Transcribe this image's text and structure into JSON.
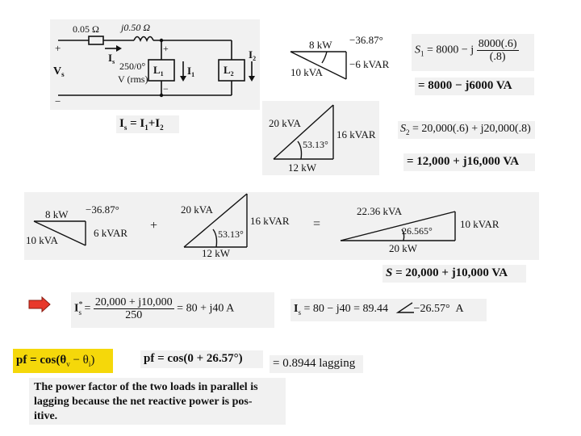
{
  "circuit": {
    "r_label": "0.05 Ω",
    "x_label": "j0.50 Ω",
    "source_voltage": "V",
    "source_voltage_sub": "s",
    "source_current": "I",
    "source_current_sub": "s",
    "source_value_line1": "250/0°",
    "source_value_line2": "V (rms)",
    "load1": "L",
    "load1_sub": "1",
    "load2": "L",
    "load2_sub": "2",
    "i1": "I",
    "i1_sub": "1",
    "i2": "I",
    "i2_sub": "2",
    "plus": "+",
    "minus": "−",
    "kcl_equation": "I",
    "kcl_sub": "s",
    "kcl_rhs": " = I",
    "kcl_rhs_sub1": "1",
    "kcl_plus": "+I",
    "kcl_rhs_sub2": "2"
  },
  "triangle1": {
    "p": "8 kW",
    "angle": "−36.87°",
    "q": "−6 kVAR",
    "s": "10 kVA"
  },
  "triangle2": {
    "s": "20 kVA",
    "q": "16 kVAR",
    "angle": "53.13°",
    "p": "12 kW"
  },
  "s1_equation": {
    "lhs": "S",
    "lhs_sub": "1",
    "part1": " = 8000 − j",
    "frac_num": "8000(.6)",
    "frac_den": "(.8)",
    "result": "= 8000 − j6000 VA"
  },
  "s2_equation": {
    "lhs": "S",
    "lhs_sub": "2",
    "part1": " = 20,000(.6) + j20,000(.8)",
    "result": "= 12,000 + j16,000 VA"
  },
  "sum_row": {
    "t1_p": "8 kW",
    "t1_angle": "−36.87°",
    "t1_q": "6 kVAR",
    "t1_s": "10 kVA",
    "plus_sign": "+",
    "t2_s": "20 kVA",
    "t2_q": "16 kVAR",
    "t2_angle": "53.13°",
    "t2_p": "12 kW",
    "equals_sign": "=",
    "t3_s": "22.36 kVA",
    "t3_q": "10 kVAR",
    "t3_angle": "26.565°",
    "t3_p": "20 kW"
  },
  "s_total": {
    "lhs": "S",
    "rhs": " = 20,000 + j10,000 VA"
  },
  "current_conj": {
    "lhs": "I",
    "lhs_sub": "s",
    "lhs_sup": "*",
    "eq": " = ",
    "frac_num": "20,000 + j10,000",
    "frac_den": "250",
    "rhs": " = 80 + j40 A"
  },
  "current": {
    "lhs": "I",
    "lhs_sub": "s",
    "rhs": " = 80 − j40 = 89.44",
    "angle": "−26.57°",
    "unit": "A"
  },
  "pf_formula": {
    "text": "pf = cos(θ",
    "sub_v": "v",
    "minus": " − θ",
    "sub_i": "i",
    "close": ")"
  },
  "pf_value": {
    "text": "pf = cos(0 + 26.57°)",
    "result": "= 0.8944 lagging"
  },
  "conclusion": {
    "line1": "The power factor of the two loads in parallel is",
    "line2": "lagging because the net reactive power is pos-",
    "line3": "itive."
  },
  "colors": {
    "arrow": "#e8382a",
    "highlight": "#f5d80a",
    "panel": "#f1f1f1"
  }
}
